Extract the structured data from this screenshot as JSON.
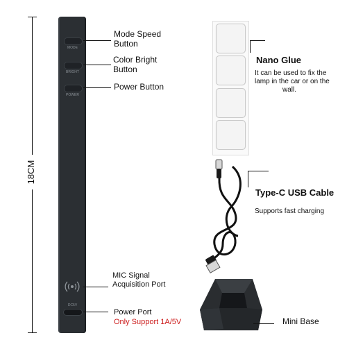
{
  "dimension": {
    "label": "18CM"
  },
  "device": {
    "buttons": [
      {
        "label": "Mode Speed Button",
        "line1": "Mode Speed",
        "line2": "Button",
        "print": "MODE"
      },
      {
        "label": "Color Bright Button",
        "line1": "Color Bright",
        "line2": "Button",
        "print": "BRIGHT"
      },
      {
        "label": "Power Button",
        "line1": "Power Button",
        "print": "POWER"
      }
    ],
    "mic": {
      "line1": "MIC Signal",
      "line2": "Acquisition Port"
    },
    "port": {
      "line1": "Power Port",
      "line2": "Only Support 1A/5V",
      "print": "DC5V"
    }
  },
  "accessories": {
    "nano_glue": {
      "title": "Nano Glue",
      "desc_line1": "It can be used to fix the",
      "desc_line2": "lamp in the car or on the",
      "desc_line3": "wall."
    },
    "cable": {
      "title": "Type-C USB Cable",
      "desc": "Supports fast charging"
    },
    "base": {
      "title": "Mini Base"
    }
  },
  "colors": {
    "device": "#2b2f33",
    "warning": "#cc1a1a",
    "line": "#111111"
  }
}
